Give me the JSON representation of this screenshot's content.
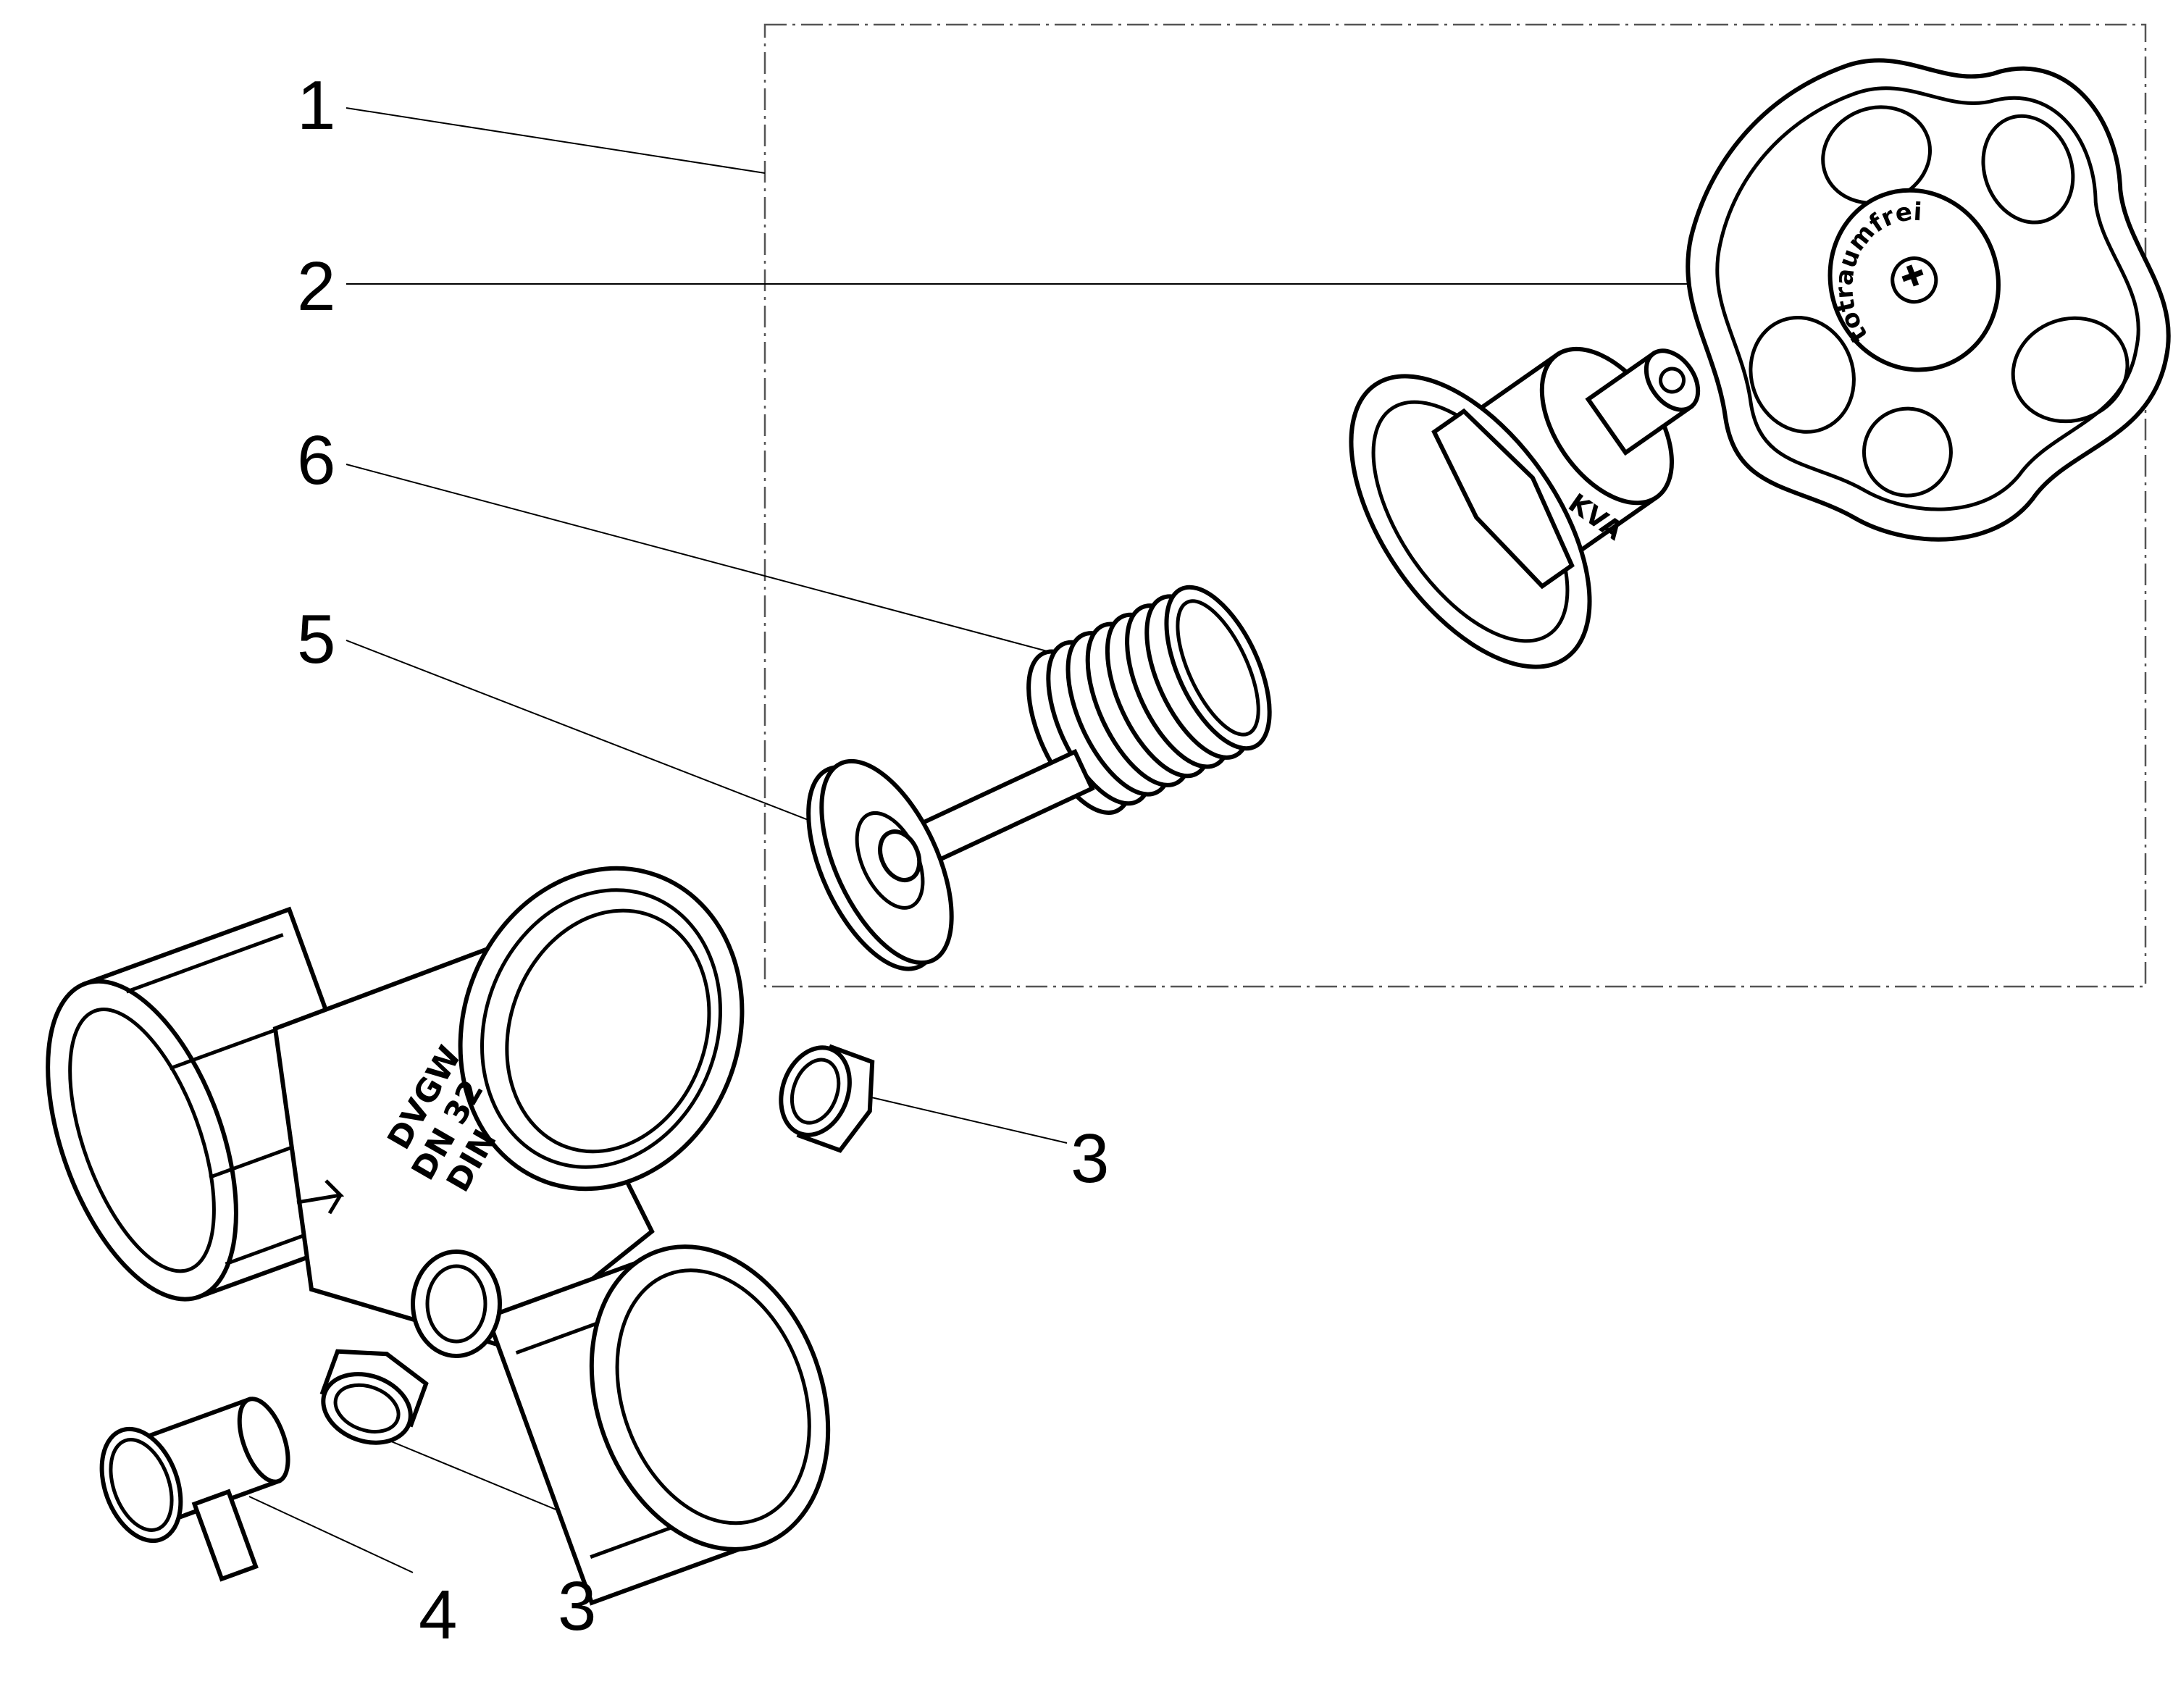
{
  "diagram": {
    "type": "exploded-view",
    "callouts": [
      {
        "id": "1",
        "label": "1"
      },
      {
        "id": "2",
        "label": "2"
      },
      {
        "id": "6",
        "label": "6"
      },
      {
        "id": "5",
        "label": "5"
      },
      {
        "id": "3a",
        "label": "3"
      },
      {
        "id": "3b",
        "label": "3"
      },
      {
        "id": "4",
        "label": "4"
      }
    ],
    "markings": {
      "handwheel_cap": "totraumfrei",
      "bonnet": "KVA",
      "body_line1": "DVGW",
      "body_line2": "DN 32",
      "body_line3": "DIN"
    }
  }
}
